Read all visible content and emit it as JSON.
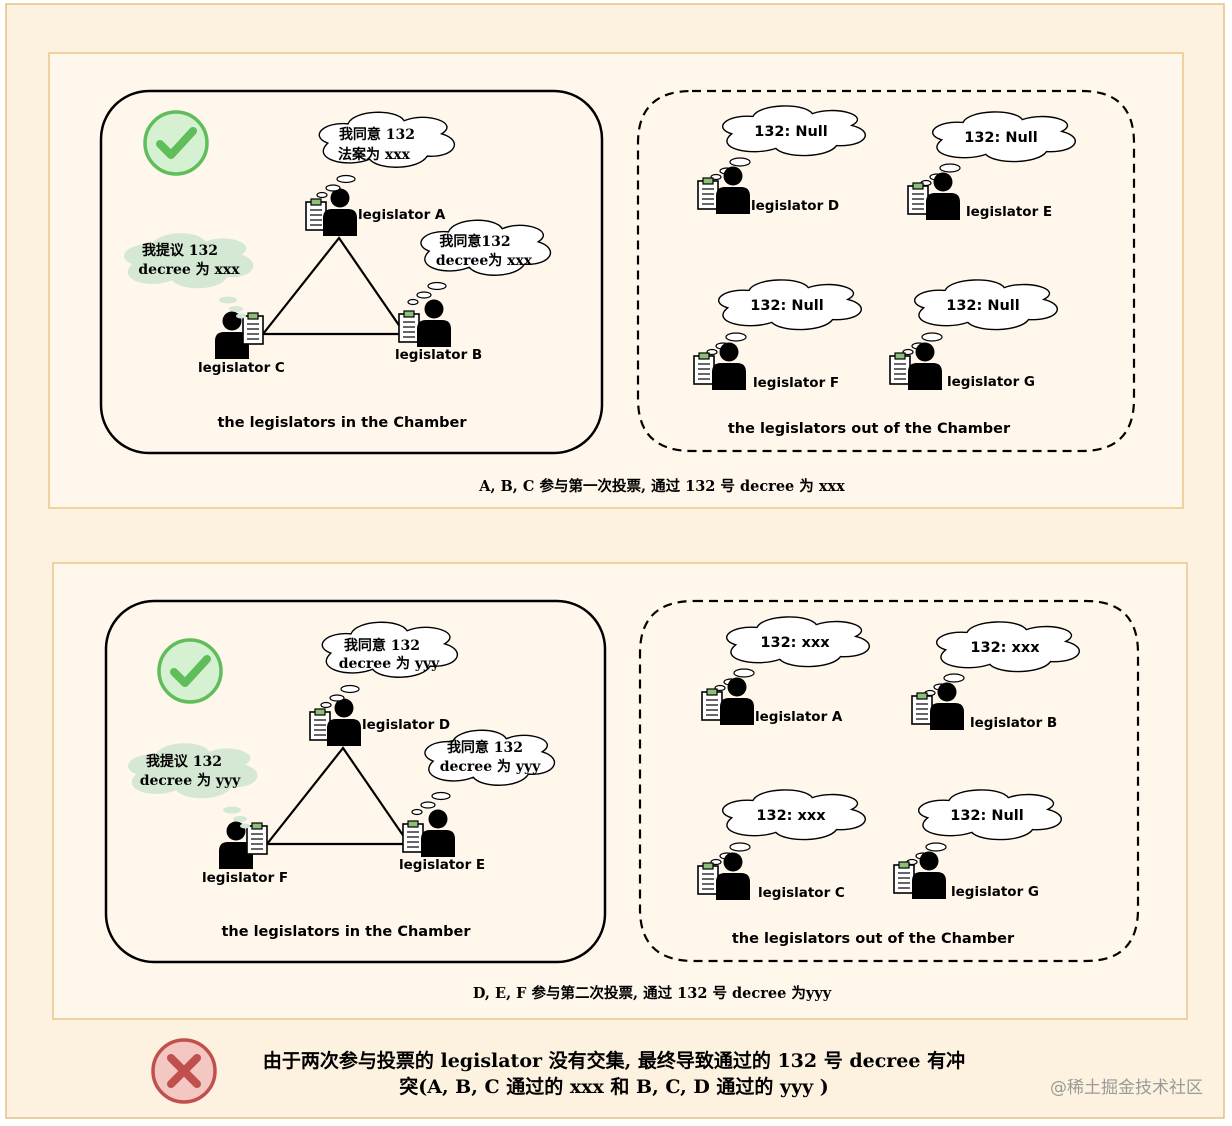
{
  "colors": {
    "outer_bg": "#fdf1df",
    "outer_border": "#e6bf86",
    "panel_bg": "#fff7ec",
    "panel_border": "#ecc58a",
    "cloud_fill": "#ffffff",
    "green_cloud_fill": "#d5e8d4",
    "check_green": "#5fbd5a",
    "check_circle_fill": "#d6f0d2",
    "cross_red": "#c0504d",
    "cross_circle_fill": "#f4c7c3",
    "stroke": "#000000"
  },
  "icons": {
    "check": "check-circle-icon",
    "cross": "cross-circle-icon",
    "person": "person-icon",
    "clipboard": "clipboard-icon"
  },
  "panel1": {
    "chamber": {
      "label": "the legislators in the Chamber",
      "legislators": {
        "a": "legislator A",
        "b": "legislator B",
        "c": "legislator C"
      },
      "thoughts": {
        "a": [
          "我同意 132",
          "法案为 xxx"
        ],
        "b": [
          "我同意132",
          "decree为 xxx"
        ],
        "c": [
          "我提议 132",
          "decree 为 xxx"
        ]
      }
    },
    "outside": {
      "label": "the legislators out of the Chamber",
      "legislators": {
        "d": "legislator D",
        "e": "legislator E",
        "f": "legislator F",
        "g": "legislator G"
      },
      "thoughts": {
        "d": "132: Null",
        "e": "132: Null",
        "f": "132: Null",
        "g": "132: Null"
      }
    },
    "caption": "A, B, C 参与第一次投票, 通过 132 号 decree 为 xxx"
  },
  "panel2": {
    "chamber": {
      "label": "the legislators in the Chamber",
      "legislators": {
        "d": "legislator D",
        "e": "legislator E",
        "f": "legislator F"
      },
      "thoughts": {
        "d": [
          "我同意 132",
          "decree 为 yyy"
        ],
        "e": [
          "我同意 132",
          "decree 为 yyy"
        ],
        "f": [
          "我提议 132",
          "decree 为 yyy"
        ]
      }
    },
    "outside": {
      "label": "the legislators out of the Chamber",
      "legislators": {
        "a": "legislator A",
        "b": "legislator B",
        "c": "legislator C",
        "g": "legislator G"
      },
      "thoughts": {
        "a": "132: xxx",
        "b": "132: xxx",
        "c": "132: xxx",
        "g": "132: Null"
      }
    },
    "caption": "D, E, F 参与第二次投票, 通过 132 号 decree 为yyy"
  },
  "conclusion": {
    "line1": "由于两次参与投票的 legislator 没有交集, 最终导致通过的 132 号 decree 有冲",
    "line2": "突(A, B, C 通过的 xxx 和 B, C, D 通过的 yyy )"
  },
  "watermark": "@稀土掘金技术社区"
}
